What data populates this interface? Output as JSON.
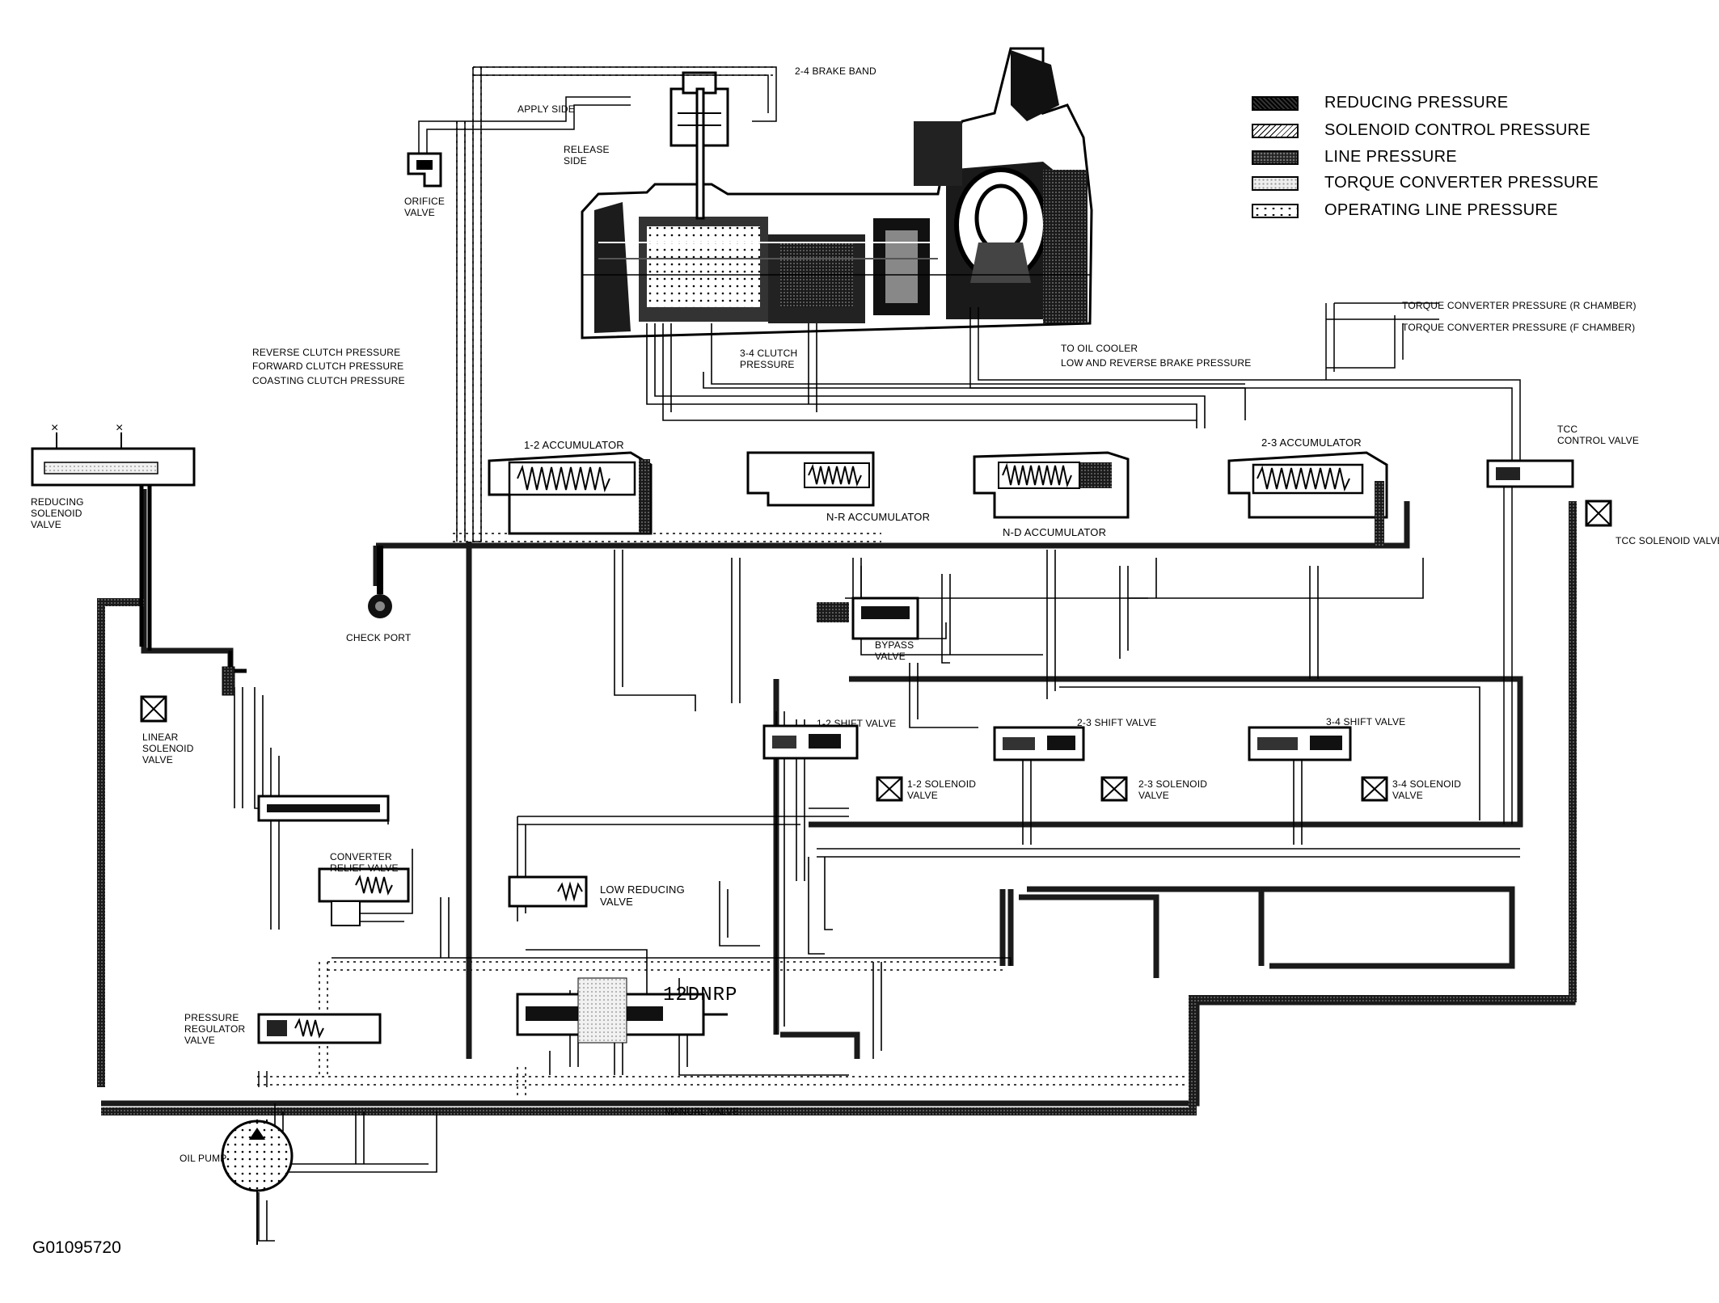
{
  "legend": {
    "items": [
      {
        "label": "REDUCING PRESSURE",
        "pattern": "reducing"
      },
      {
        "label": "SOLENOID CONTROL PRESSURE",
        "pattern": "solenoid"
      },
      {
        "label": "LINE PRESSURE",
        "pattern": "line"
      },
      {
        "label": "TORQUE CONVERTER PRESSURE",
        "pattern": "torque"
      },
      {
        "label": "OPERATING LINE PRESSURE",
        "pattern": "operating"
      }
    ]
  },
  "labels": {
    "brake_band": "2-4 BRAKE BAND",
    "apply_side": "APPLY SIDE",
    "release_side": "RELEASE\nSIDE",
    "orifice_valve": "ORIFICE\nVALVE",
    "reverse_clutch": "REVERSE CLUTCH PRESSURE",
    "forward_clutch": "FORWARD CLUTCH PRESSURE",
    "coasting_clutch": "COASTING CLUTCH PRESSURE",
    "clutch_34": "3-4 CLUTCH\nPRESSURE",
    "oil_cooler": "TO OIL COOLER",
    "low_reverse": "LOW AND REVERSE BRAKE PRESSURE",
    "tc_r": "TORQUE CONVERTER PRESSURE (R CHAMBER)",
    "tc_f": "TORQUE CONVERTER PRESSURE (F CHAMBER)",
    "tcc_control": "TCC\nCONTROL VALVE",
    "tcc_solenoid": "TCC SOLENOID VALVE",
    "acc_12": "1-2 ACCUMULATOR",
    "acc_23": "2-3 ACCUMULATOR",
    "acc_nr": "N-R ACCUMULATOR",
    "acc_nd": "N-D ACCUMULATOR",
    "reducing_solenoid": "REDUCING\nSOLENOID\nVALVE",
    "check_port": "CHECK PORT",
    "bypass_valve": "BYPASS\nVALVE",
    "linear_solenoid": "LINEAR\nSOLENOID\nVALVE",
    "shift_12": "1-2 SHIFT VALVE",
    "shift_23": "2-3 SHIFT VALVE",
    "shift_34": "3-4 SHIFT VALVE",
    "sol_12": "1-2 SOLENOID\nVALVE",
    "sol_23": "2-3 SOLENOID\nVALVE",
    "sol_34": "3-4 SOLENOID\nVALVE",
    "converter_relief": "CONVERTER\nRELIEF VALVE",
    "low_reducing": "LOW REDUCING\nVALVE",
    "pressure_regulator": "PRESSURE\nREGULATOR\nVALVE",
    "manual_valve": "MANUAL VALVE",
    "gear_positions": "12DNRP",
    "oil_pump": "OIL PUMP",
    "figure_id": "G01095720"
  }
}
